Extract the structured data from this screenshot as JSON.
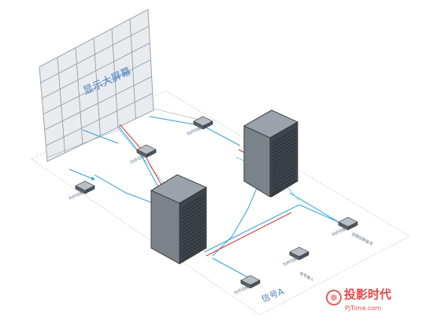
{
  "diagram": {
    "video_wall_label": "显示大屏幕",
    "signal_label": "信号A",
    "devices": [
      {
        "id": "tx-top",
        "label": "光纤切换发送器"
      },
      {
        "id": "tx-left-1",
        "label": "光纤切换发送器"
      },
      {
        "id": "tx-left-2",
        "label": "光纤切换发送器"
      },
      {
        "id": "rx-bottom",
        "label": "光纤切换接收器"
      },
      {
        "id": "rx-right",
        "label": "光纤切换接收器"
      },
      {
        "id": "rx-far-right",
        "label": "光纤切换接收器"
      }
    ],
    "side_labels": [
      {
        "id": "signal-b",
        "label": "信号输入"
      },
      {
        "id": "signal-c",
        "label": "远程控制信号"
      }
    ]
  },
  "watermark": {
    "brand": "投影时代",
    "url": "PjTime.com"
  },
  "colors": {
    "line_blue": "#2f9fd8",
    "line_red": "#d23a3a",
    "label_blue": "#4a7fc0",
    "wall": "#eef0f2",
    "rack": "#5a5f66"
  }
}
